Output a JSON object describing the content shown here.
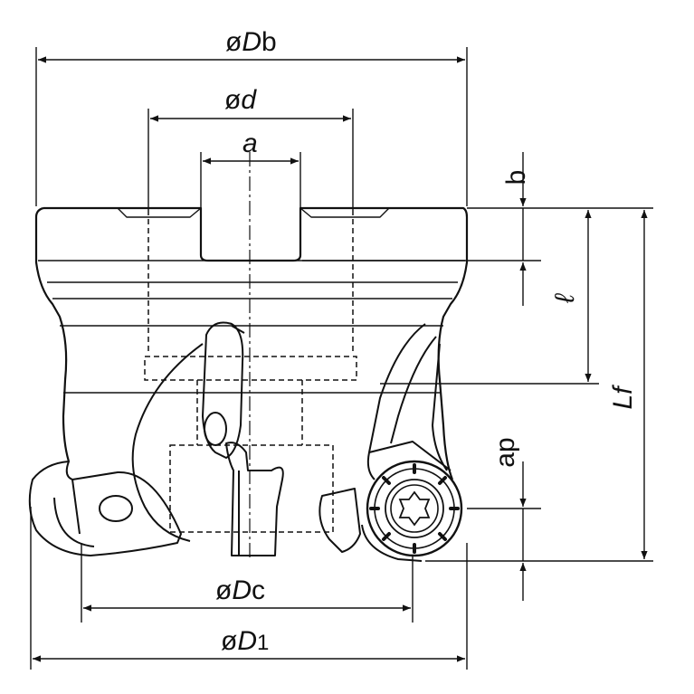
{
  "dimensions": {
    "Db": {
      "prefix": "ø",
      "main": "D",
      "suffix": "b"
    },
    "d": {
      "prefix": "ø",
      "main": "d"
    },
    "a": {
      "main": "a"
    },
    "b": {
      "main": "b"
    },
    "l": {
      "main": "ℓ"
    },
    "Lf": {
      "main": "L",
      "suffix": "f"
    },
    "ap": {
      "main": "ap"
    },
    "Dc": {
      "prefix": "ø",
      "main": "D",
      "suffix": "c"
    },
    "D1": {
      "prefix": "ø",
      "main": "D",
      "suffix": "1"
    }
  },
  "colors": {
    "line": "#111111",
    "background": "#ffffff"
  }
}
